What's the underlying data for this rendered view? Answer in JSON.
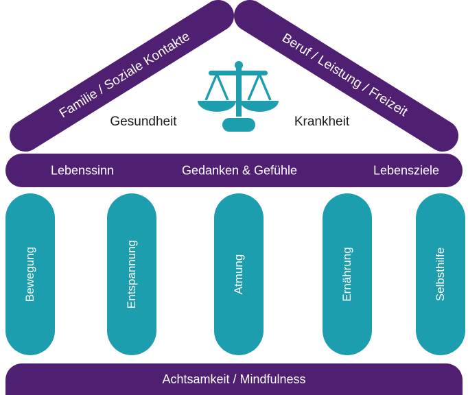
{
  "roof": {
    "left_label": "Familie / Soziale Kontakte",
    "right_label": "Beruf / Leistung / Freizeit"
  },
  "center": {
    "left_label": "Gesundheit",
    "right_label": "Krankheit",
    "icon": "scales-icon"
  },
  "beam": {
    "items": [
      "Lebenssinn",
      "Gedanken & Gefühle",
      "Lebensziele"
    ]
  },
  "pillars": [
    "Bewegung",
    "Entspannung",
    "Atmung",
    "Ernährung",
    "Selbsthilfe"
  ],
  "base": {
    "label": "Achtsamkeit / Mindfulness"
  },
  "colors": {
    "purple": "#4f1f71",
    "teal": "#1d9eae",
    "text_dark": "#1a1a1a"
  }
}
